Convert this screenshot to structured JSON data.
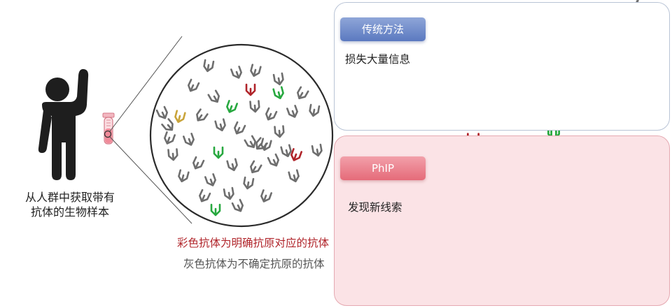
{
  "person": {
    "caption_line1": "从人群中获取带有",
    "caption_line2": "抗体的生物样本"
  },
  "zoom": {
    "caption_colored": "彩色抗体为明确抗原对应的抗体",
    "caption_gray": "灰色抗体为不确定抗原的抗体"
  },
  "traditional": {
    "badge": "传统方法",
    "note": "损失大量信息"
  },
  "phip": {
    "badge": "PhIP",
    "note": "发现新线索"
  },
  "colors": {
    "antibody_gray": "#6e6e6e",
    "antibody_red": "#b0242a",
    "antibody_green": "#27a83f",
    "antibody_orange": "#d4822a",
    "antibody_yellow": "#c9a43a",
    "phage_blue": "#3f5ba8",
    "panel_blue_border": "#b9c4d6",
    "panel_pink_bg": "#fbe3e6",
    "caption_red": "#b0242a"
  },
  "icons": [
    "person-silhouette-icon",
    "blood-tube-icon",
    "antibody-icon",
    "phage-icon"
  ]
}
